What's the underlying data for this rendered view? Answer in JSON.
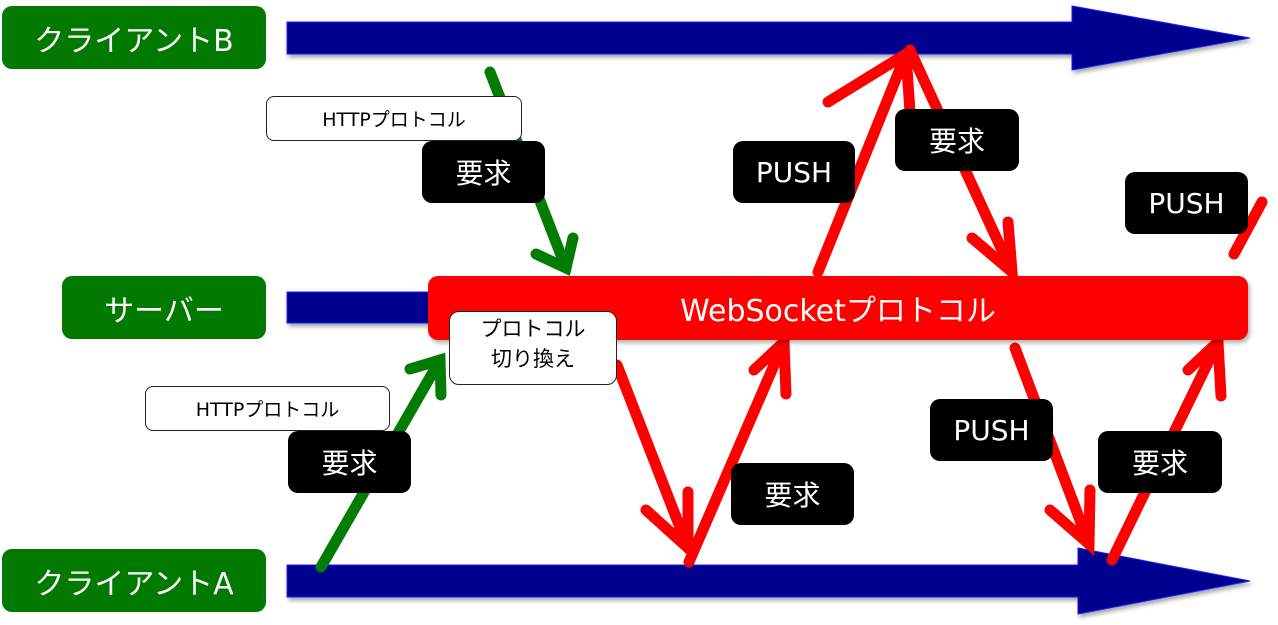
{
  "colors": {
    "lane_arrow": "#00008f",
    "http_arrow": "#037c03",
    "ws_arrow": "#ff0000",
    "lane_label_bg": "#027a02",
    "ws_bar": "#ff0000"
  },
  "lanes": {
    "client_b": "クライアントB",
    "server": "サーバー",
    "client_a": "クライアントA"
  },
  "websocket_bar": {
    "label": "WebSocketプロトコル"
  },
  "protocol_switch": {
    "line1": "プロトコル",
    "line2": "切り換え"
  },
  "http_labels": {
    "client_b_protocol": "HTTPプロトコル",
    "client_b_request": "要求",
    "client_a_protocol": "HTTPプロトコル",
    "client_a_request": "要求"
  },
  "ws_labels": {
    "push_to_b_1": "PUSH",
    "request_from_b": "要求",
    "push_to_b_2": "PUSH",
    "request_from_a_1": "要求",
    "push_to_a": "PUSH",
    "request_from_a_2": "要求"
  }
}
